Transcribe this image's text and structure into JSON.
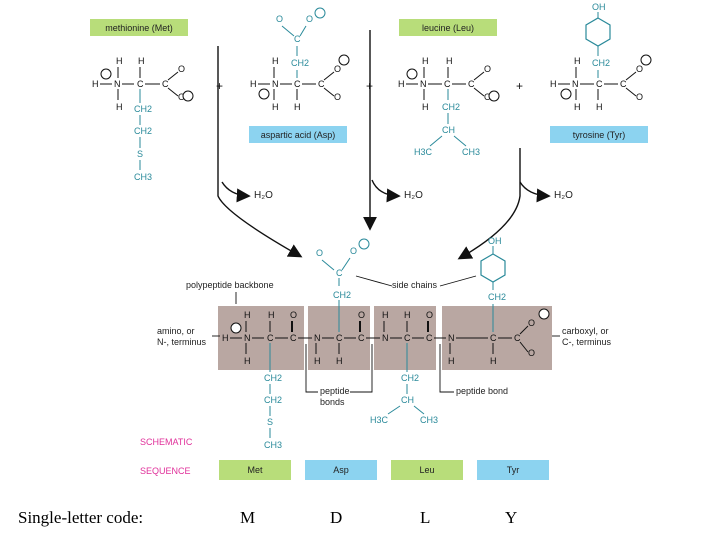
{
  "colors": {
    "aa_green": "#b8dd7a",
    "aa_blue": "#8cd3f0",
    "backbone": "#b9a7a2",
    "side_chain": "#2a8a9a",
    "atoms": "#111111",
    "schematic_label": "#e0309a"
  },
  "amino_acids": [
    {
      "name": "methionine (Met)"
    },
    {
      "name": "aspartic acid (Asp)"
    },
    {
      "name": "leucine (Leu)"
    },
    {
      "name": "tyrosine (Tyr)"
    }
  ],
  "water": [
    "H₂O",
    "H₂O",
    "H₂O"
  ],
  "labels": {
    "polypeptide_backbone": "polypeptide backbone",
    "side_chains": "side chains",
    "amino_terminus": "amino, or\nN-, terminus",
    "carboxyl_terminus": "carboxyl, or\nC-, terminus",
    "peptide_bonds": "peptide\nbonds",
    "peptide_bond": "peptide bond",
    "schematic": "SCHEMATIC",
    "sequence": "SEQUENCE"
  },
  "sequence": [
    "Met",
    "Asp",
    "Leu",
    "Tyr"
  ],
  "single_letter": {
    "label": "Single-letter code:",
    "codes": [
      "M",
      "D",
      "L",
      "Y"
    ]
  }
}
